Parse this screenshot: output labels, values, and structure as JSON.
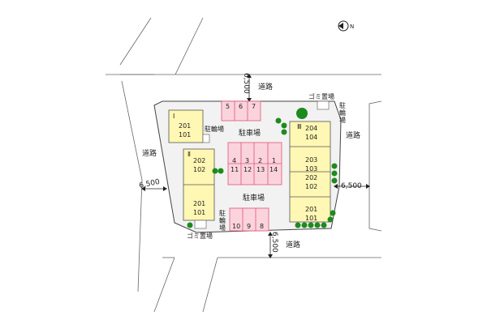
{
  "compass": {
    "icon": "north-arrow-icon",
    "letter": "N"
  },
  "labels": {
    "road": "道路",
    "parking_lot": "駐車場",
    "bicycle_parking": "駐輪場",
    "garbage_area": "ゴミ置場",
    "bicycle_parking_vertical": [
      "駐",
      "輪",
      "場"
    ],
    "road_width": "6,500"
  },
  "buildings": [
    {
      "id": "I",
      "units": [
        [
          "201",
          "101"
        ]
      ]
    },
    {
      "id": "Ⅱ",
      "units": [
        [
          "202",
          "102"
        ],
        [
          "201",
          "101"
        ]
      ]
    },
    {
      "id": "Ⅲ",
      "units": [
        [
          "204",
          "104"
        ],
        [
          "203",
          "103"
        ],
        [
          "202",
          "102"
        ],
        [
          "201",
          "101"
        ]
      ]
    }
  ],
  "parking": {
    "north": [
      "5",
      "6",
      "7"
    ],
    "center_top": [
      "4",
      "3",
      "2",
      "1"
    ],
    "center_bottom": [
      "11",
      "12",
      "13",
      "14"
    ],
    "south": [
      "10",
      "9",
      "8"
    ]
  },
  "colors": {
    "building_fill": "#fff7b3",
    "parking_fill": "#fbd3dc",
    "parking_stroke": "#e05577",
    "tree": "#1e8a1e",
    "site_fill": "#f2f2f2",
    "line": "#555555"
  }
}
